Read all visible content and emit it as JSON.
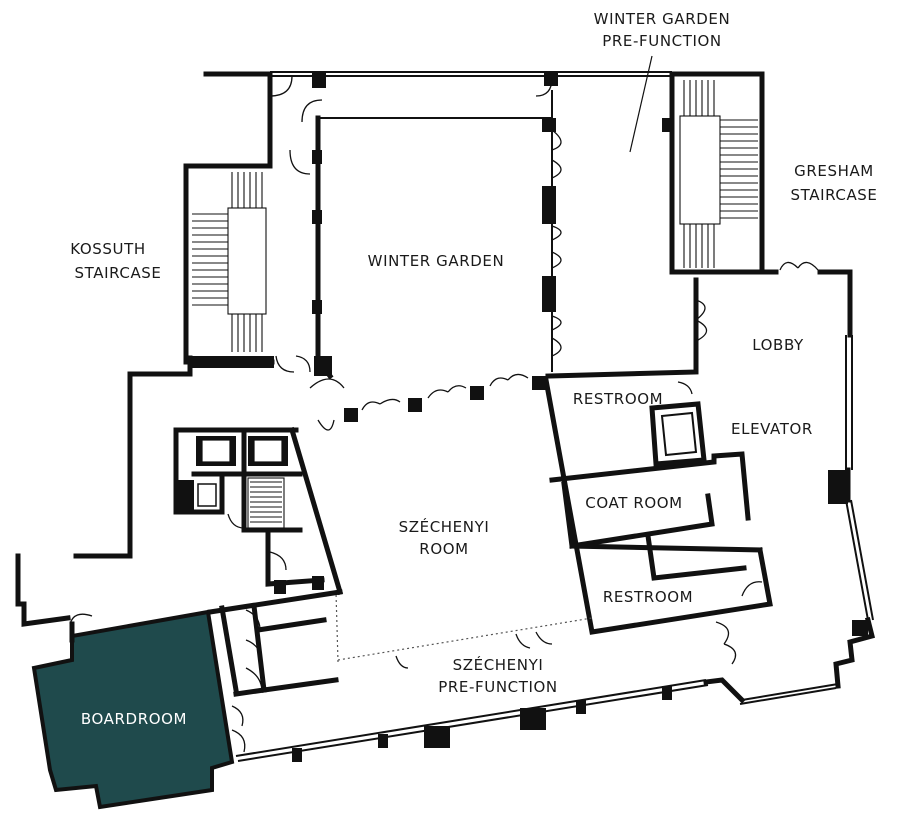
{
  "rooms": {
    "winter_garden_prefunction": {
      "line1": "WINTER GARDEN",
      "line2": "PRE-FUNCTION"
    },
    "gresham_staircase": {
      "line1": "GRESHAM",
      "line2": "STAIRCASE"
    },
    "kossuth_staircase": {
      "line1": "KOSSUTH",
      "line2": "STAIRCASE"
    },
    "winter_garden": "WINTER GARDEN",
    "lobby": "LOBBY",
    "restroom_upper": "RESTROOM",
    "elevator": "ELEVATOR",
    "coat_room": "COAT ROOM",
    "restroom_lower": "RESTROOM",
    "szechenyi_room": {
      "line1": "SZÉCHENYI",
      "line2": "ROOM"
    },
    "szechenyi_prefunction": {
      "line1": "SZÉCHENYI",
      "line2": "PRE-FUNCTION"
    },
    "boardroom": "BOARDROOM"
  },
  "colors": {
    "highlight_room": "#1f4a4c",
    "wall": "#111111",
    "background": "#ffffff"
  }
}
